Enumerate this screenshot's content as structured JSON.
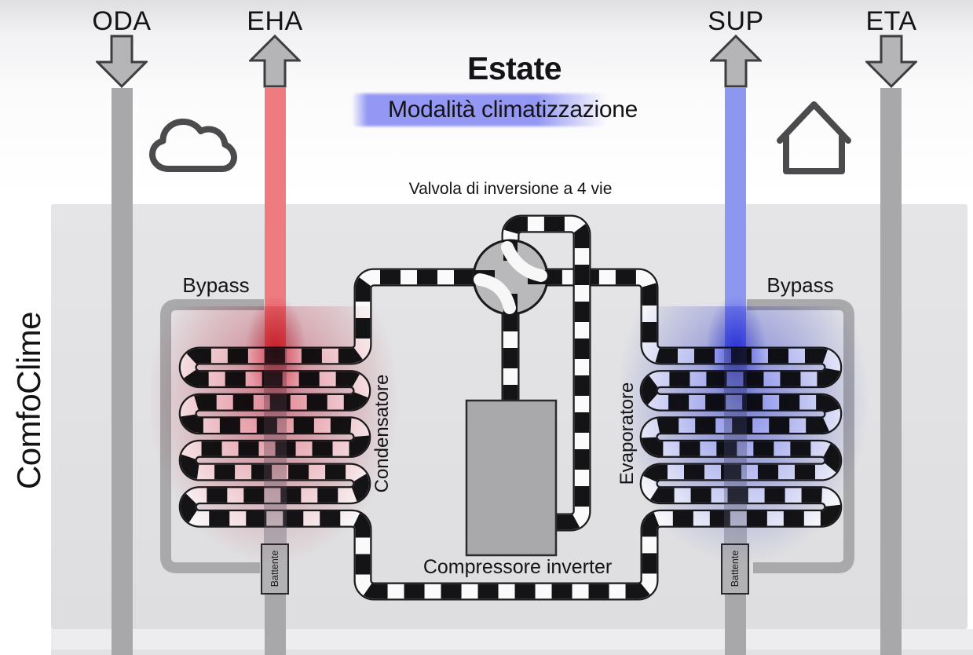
{
  "header": {
    "mode_title": "Estate",
    "mode_subtitle": "Modalità climatizzazione",
    "subtitle_highlight_color": "#8b8ff3"
  },
  "device": {
    "name": "ComfoClime"
  },
  "air_ducts": [
    {
      "code": "ODA",
      "flow": "down",
      "pipe_color": "#a8a8ab",
      "side_icon": "cloud-icon"
    },
    {
      "code": "EHA",
      "flow": "up",
      "pipe_color": "#ee7b80"
    },
    {
      "code": "SUP",
      "flow": "up",
      "pipe_color": "#8e97ef",
      "side_icon": "house-icon"
    },
    {
      "code": "ETA",
      "flow": "down",
      "pipe_color": "#a8a8ab"
    }
  ],
  "components": {
    "valve_label": "Valvola di inversione a 4 vie",
    "compressor_label": "Compressore inverter",
    "condenser_label": "Condensatore",
    "evaporator_label": "Evaporatore",
    "bypass_left_label": "Bypass",
    "bypass_right_label": "Bypass",
    "damper_left_label": "Battente",
    "damper_right_label": "Battente"
  },
  "effects": {
    "condenser_glow": "#e06c7e",
    "evaporator_glow": "#6e78eb"
  }
}
